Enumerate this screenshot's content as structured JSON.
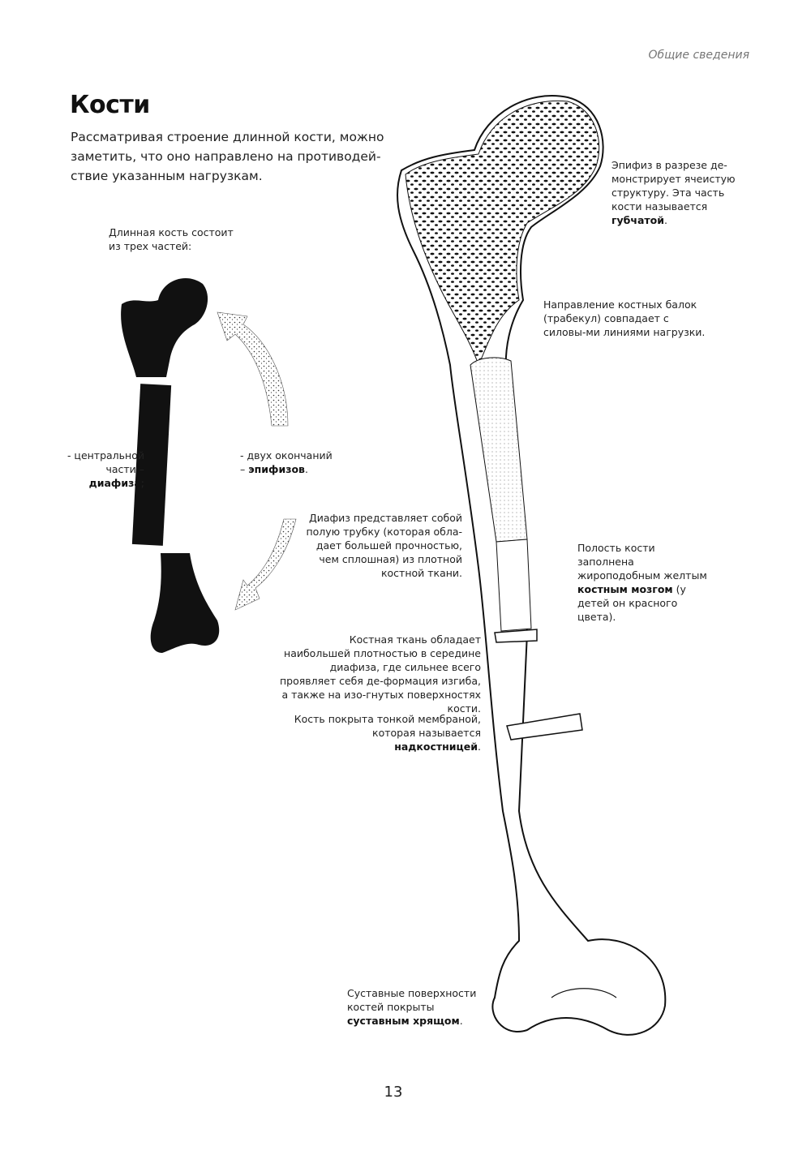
{
  "header": {
    "running_title": "Общие сведения"
  },
  "title": "Кости",
  "intro": "Рассматривая строение длинной кости, можно заметить, что оно направлено на противодей-ствие указанным нагрузкам.",
  "left_diagram": {
    "caption": "Длинная кость состоит из трех частей:",
    "central": {
      "text": "- центральной части –",
      "bold": "диафиза",
      "after": ";"
    },
    "ends": {
      "text": "- двух окончаний –",
      "bold": "эпифизов",
      "after": "."
    }
  },
  "annotations": {
    "epiphysis": {
      "text": "Эпифиз в разрезе де-монстрирует ячеистую структуру. Эта часть кости называется",
      "bold": "губчатой",
      "after": "."
    },
    "trabeculae": {
      "text": "Направление костных балок (трабекул) совпадает с силовы-ми линиями нагрузки."
    },
    "diaphysis": {
      "text": "Диафиз представляет собой полую трубку (которая обла-дает большей прочностью, чем сплошная) из плотной костной ткани."
    },
    "marrow": {
      "text": "Полость кости заполнена жироподобным желтым",
      "bold": "костным мозгом",
      "after": "(у детей он красного цвета)."
    },
    "density": {
      "text": "Костная ткань обладает наибольшей плотностью в середине диафиза, где сильнее всего проявляет себя де-формация изгиба, а также на изо-гнутых поверхностях кости."
    },
    "periosteum": {
      "text": "Кость покрыта тонкой мембраной, которая называется",
      "bold": "надкостницей",
      "after": "."
    },
    "cartilage": {
      "text": "Суставные поверхности костей покрыты",
      "bold": "суставным хрящом",
      "after": "."
    }
  },
  "page_number": "13"
}
